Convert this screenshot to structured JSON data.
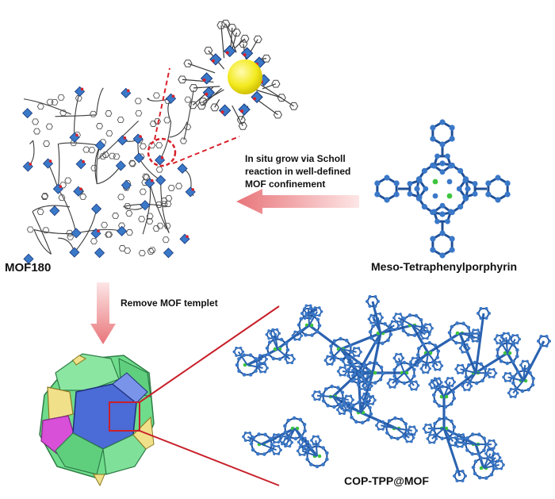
{
  "labels": {
    "mof180": "MOF180",
    "tpp": "Meso-Tetraphenylporphyrin",
    "cop": "COP-TPP@MOF",
    "remove": "Remove MOF templet",
    "insitu_line1": "In situ grow via Scholl",
    "insitu_line2": "reaction in well-defined",
    "insitu_line3": "MOF confinement"
  },
  "colors": {
    "atom_blue": "#3a78c8",
    "atom_green": "#3ec43e",
    "bond_dark": "#3a3a3a",
    "arrow_pink": "#f19a9a",
    "zoom_red": "#d8202a",
    "pore_yellow": "#f3ea1e",
    "cage_green": "#6fdc8c",
    "cage_blue": "#4b6bd6",
    "cage_magenta": "#d84fd8",
    "cage_yellow": "#f0e08a"
  }
}
